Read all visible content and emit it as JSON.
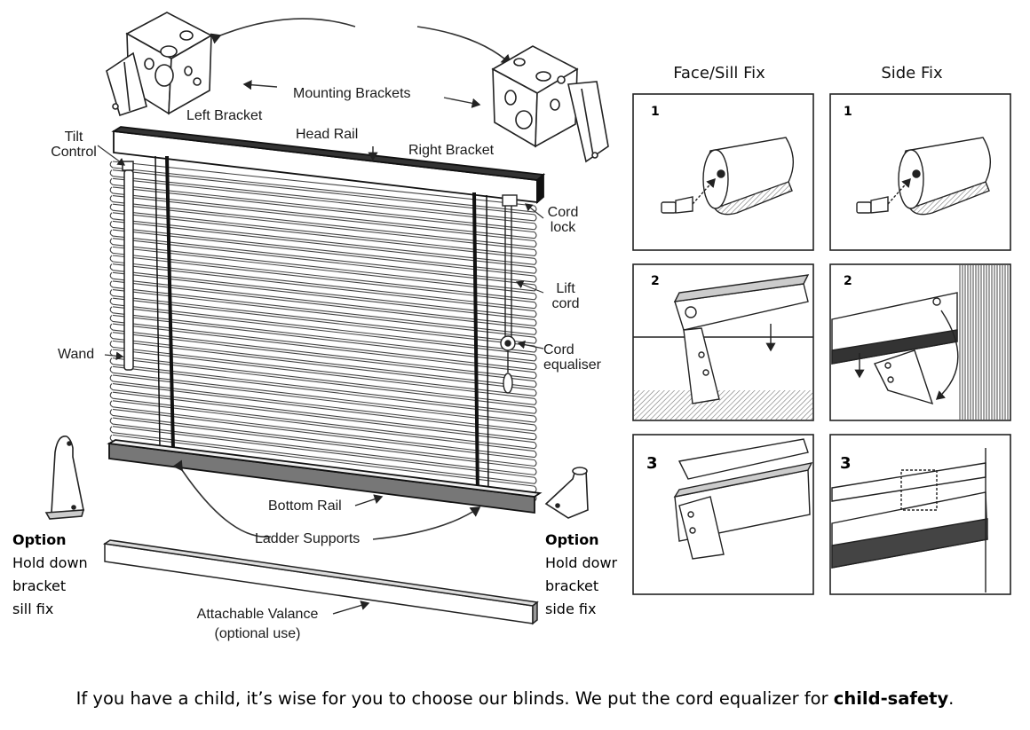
{
  "blind": {
    "labels": {
      "mounting_brackets": "Mounting Brackets",
      "left_bracket": "Left Bracket",
      "right_bracket": "Right Bracket",
      "head_rail": "Head Rail",
      "tilt_control": "Tilt\nControl",
      "cord_lock": "Cord\nlock",
      "lift_cord": "Lift\ncord",
      "wand": "Wand",
      "cord_equaliser": "Cord\nequaliser",
      "bottom_rail": "Bottom Rail",
      "ladder_supports": "Ladder Supports",
      "attachable_valance": "Attachable Valance",
      "valance_note": "(optional use)"
    },
    "option_left": {
      "heading": "Option",
      "line1": "Hold down",
      "line2": "bracket",
      "line3": "sill fix"
    },
    "option_right": {
      "heading": "Option",
      "line1": "Hold dowr",
      "line2": "bracket",
      "line3": "side fix"
    }
  },
  "fixing": {
    "column_face_sill": "Face/Sill Fix",
    "column_side": "Side Fix",
    "steps": [
      "1",
      "2",
      "3"
    ]
  },
  "caption": {
    "text_before": "If you have a child, it’s wise for you to choose our blinds. We put the cord equalizer for ",
    "text_bold": "child-safety",
    "text_after": "."
  }
}
